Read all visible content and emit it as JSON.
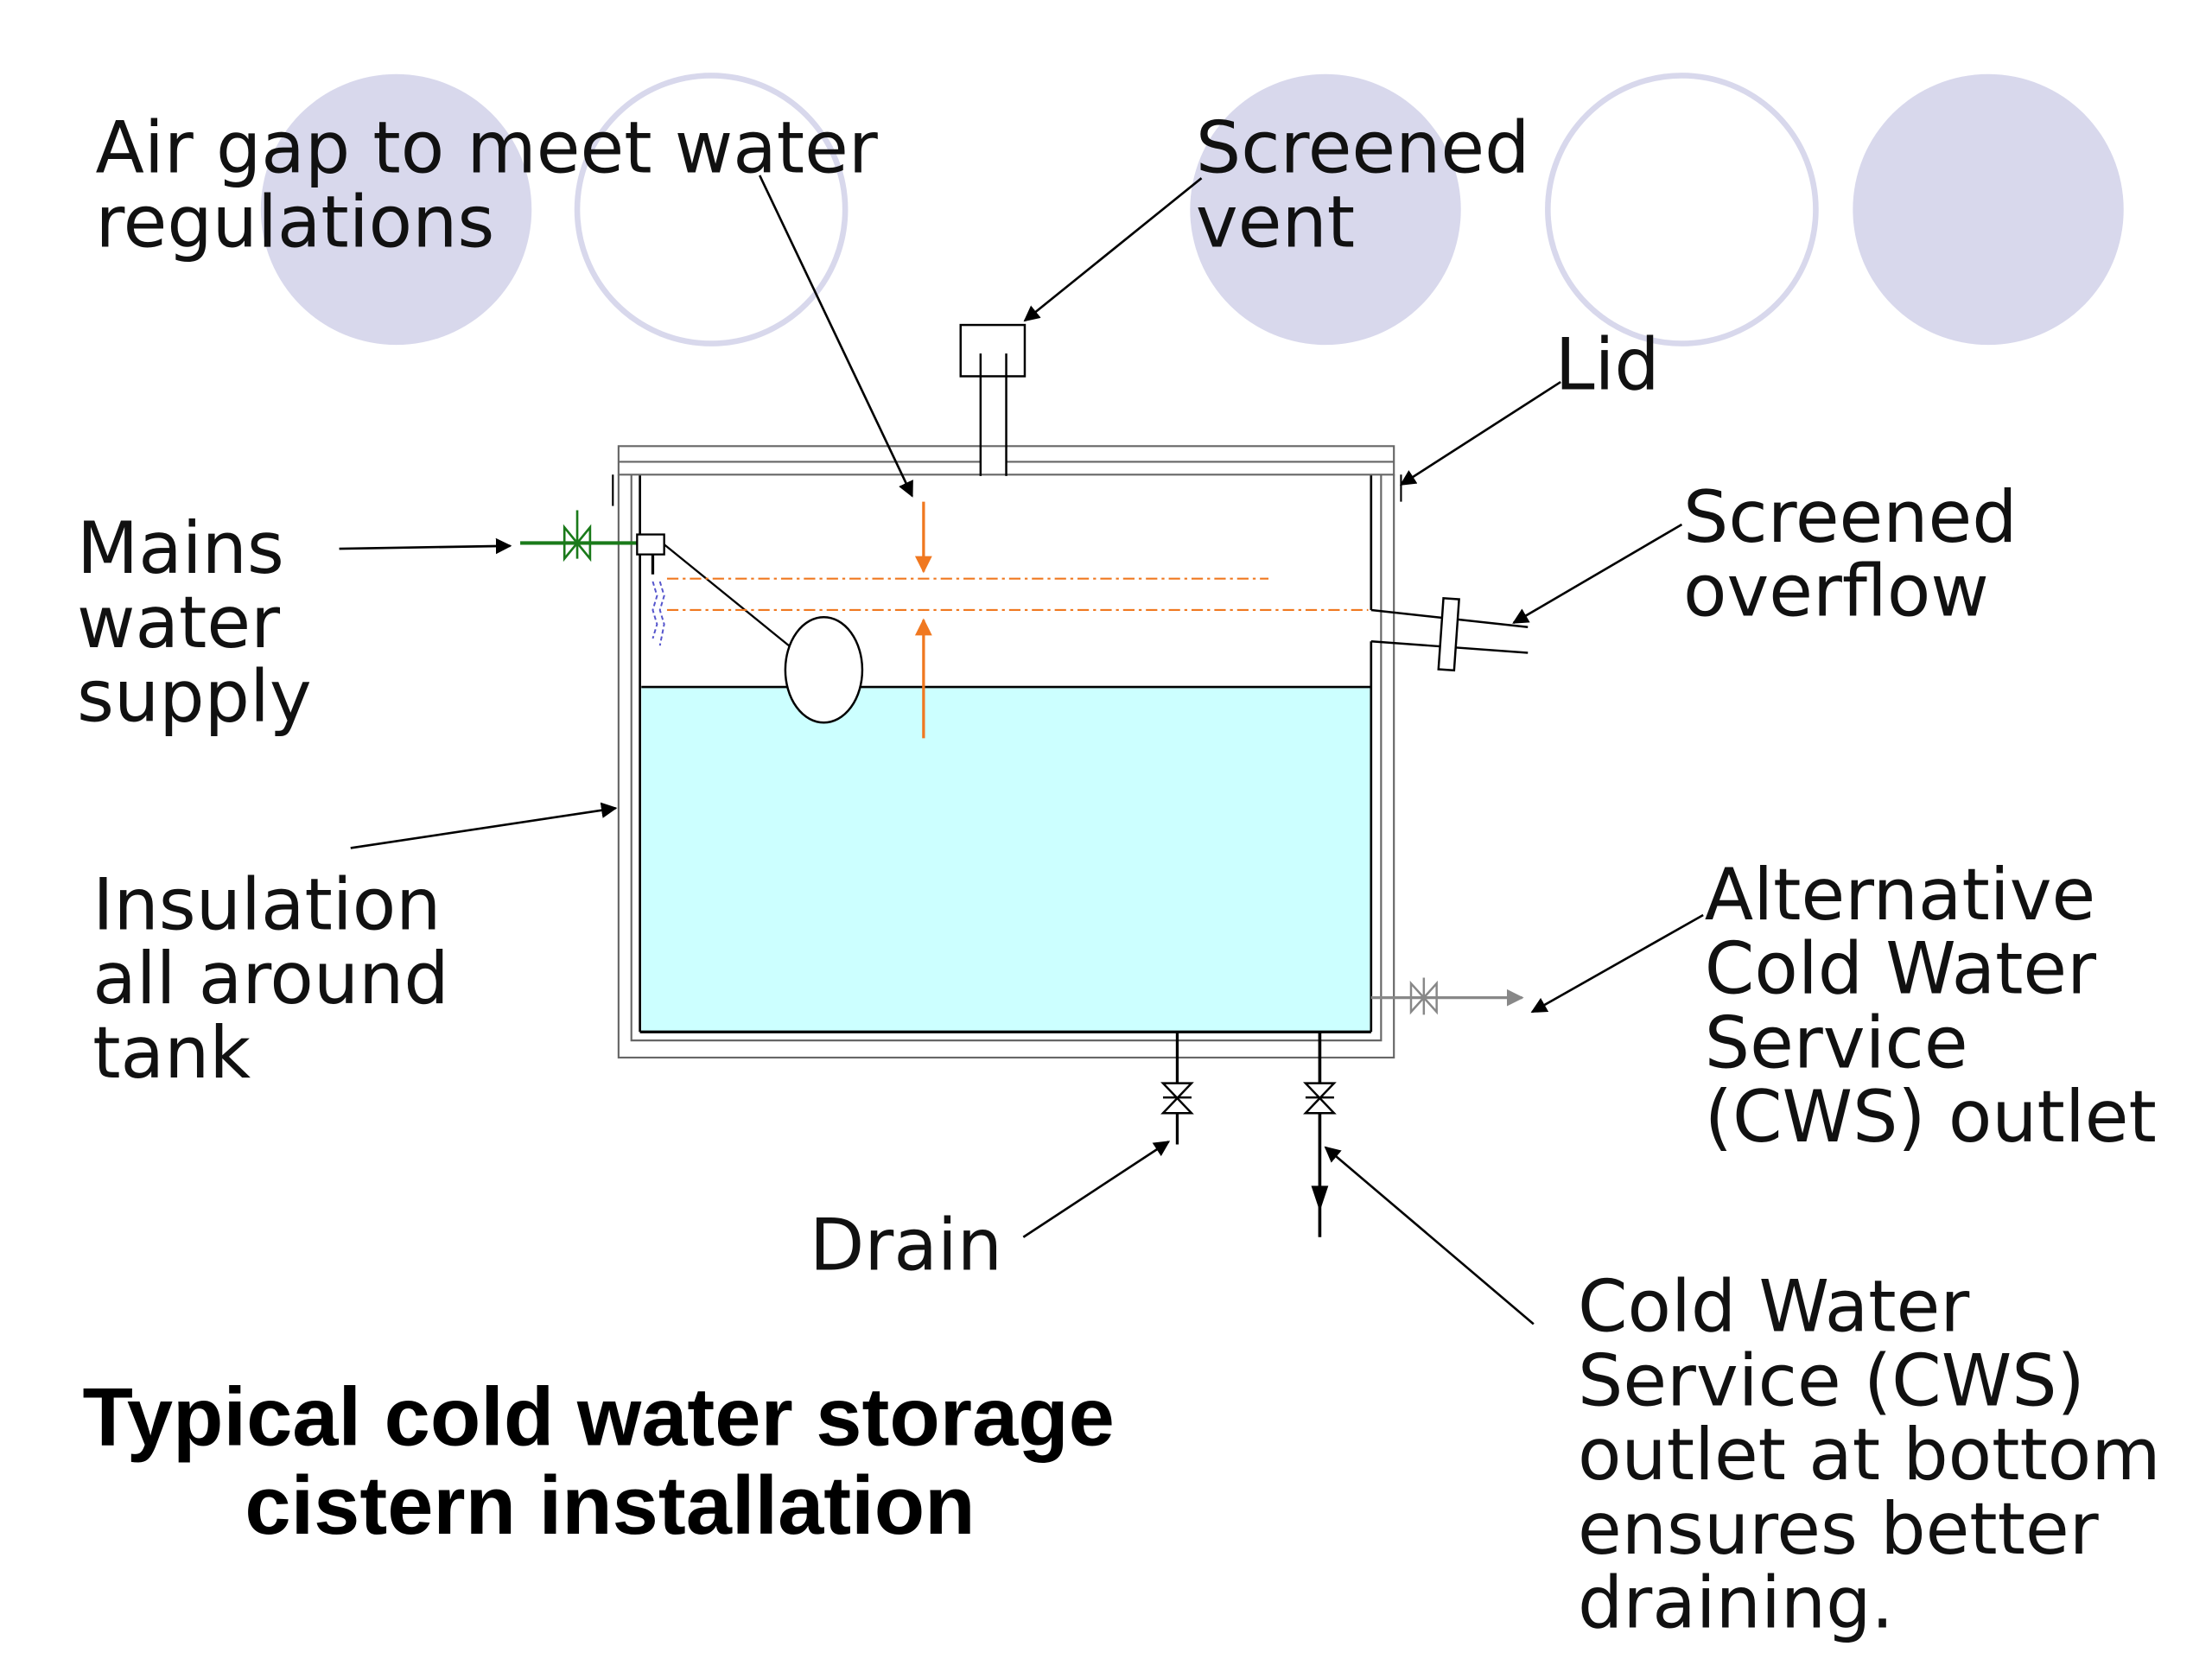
{
  "title": [
    "Typical cold water storage",
    "cistern installation"
  ],
  "labels": {
    "air_gap": [
      "Air gap to meet water",
      "regulations"
    ],
    "screened_vent": [
      "Screened",
      "vent"
    ],
    "lid": [
      "Lid"
    ],
    "mains_water_supply": [
      "Mains",
      "water",
      "supply"
    ],
    "screened_overflow": [
      "Screened",
      "overflow"
    ],
    "insulation": [
      "Insulation",
      "all around",
      "tank"
    ],
    "alternative_cws_outlet": [
      "Alternative",
      "Cold Water",
      "Service",
      "(CWS) outlet"
    ],
    "drain": [
      "Drain"
    ],
    "cws_outlet_bottom": [
      "Cold Water",
      "Service (CWS)",
      "outlet at bottom",
      "ensures better",
      "draining."
    ]
  },
  "colors": {
    "water": "#ccffff",
    "decor_circle": "#d8d8ec",
    "decor_ring": "#d8d8ec",
    "air_gap_marker": "#f07820",
    "mains_pipe": "#1a7a1a",
    "alt_outlet_pipe": "#888888",
    "inlet_spray": "#5555cc"
  }
}
